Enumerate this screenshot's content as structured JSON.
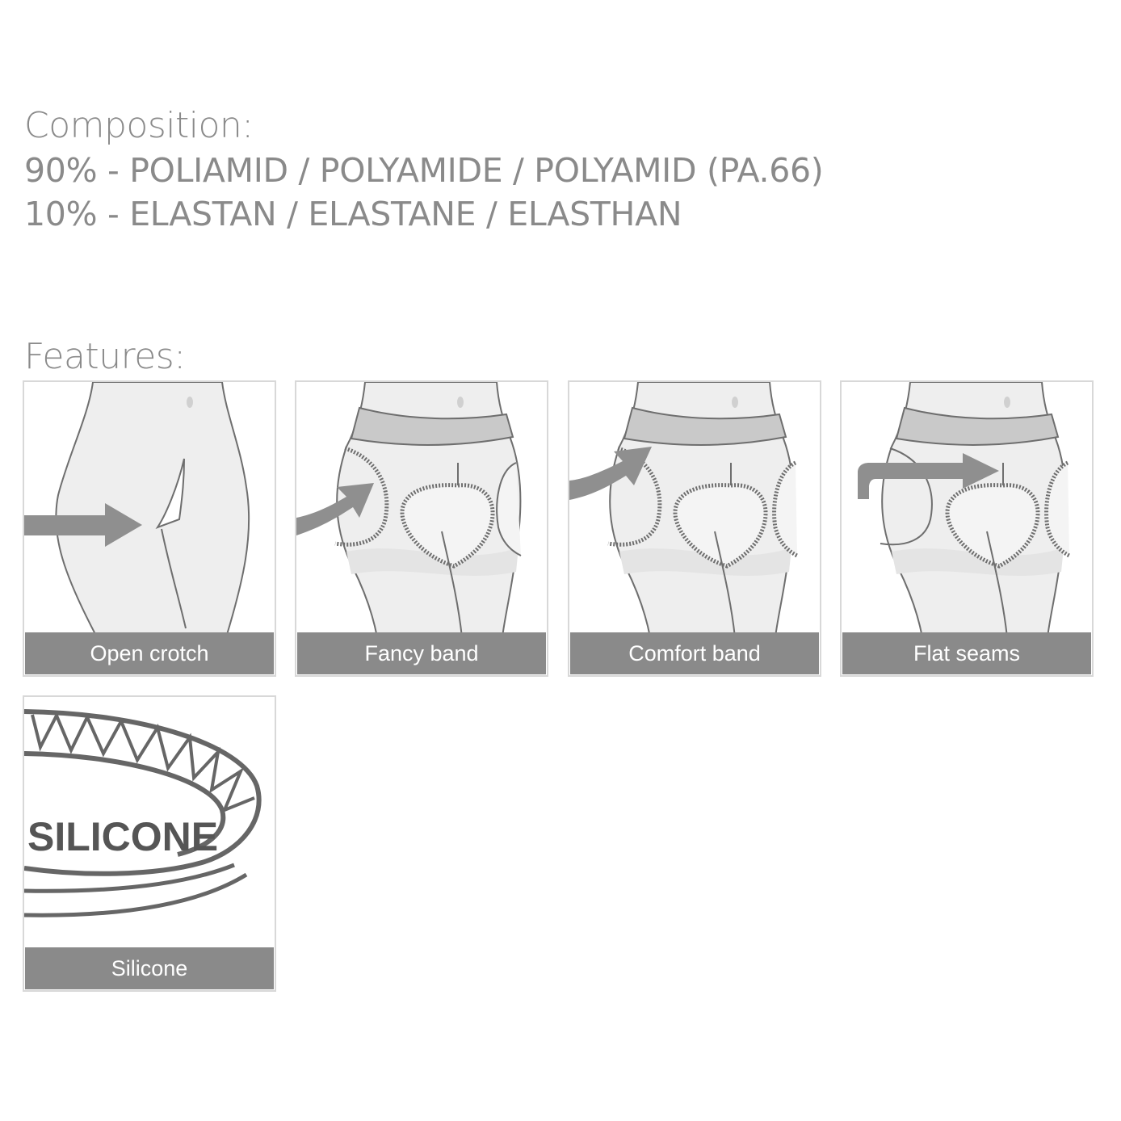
{
  "composition": {
    "heading": "Composition:",
    "lines": [
      "90% - POLIAMID / POLYAMIDE / POLYAMID (PA.66)",
      "10% - ELASTAN / ELASTANE / ELASTHAN"
    ]
  },
  "features": {
    "heading": "Features:",
    "items": [
      {
        "label": "Open crotch",
        "icon": "open-crotch-illustration"
      },
      {
        "label": "Fancy band",
        "icon": "fancy-band-illustration"
      },
      {
        "label": "Comfort band",
        "icon": "comfort-band-illustration"
      },
      {
        "label": "Flat seams",
        "icon": "flat-seams-illustration"
      },
      {
        "label": "Silicone",
        "icon": "silicone-band-illustration",
        "illustration_text": "SILICONE"
      }
    ]
  },
  "colors": {
    "text": "#8a8a8a",
    "caption_bg": "#8a8a8a",
    "caption_text": "#ffffff",
    "tile_border": "#d8d8d8",
    "arrow": "#8f8f8f"
  }
}
